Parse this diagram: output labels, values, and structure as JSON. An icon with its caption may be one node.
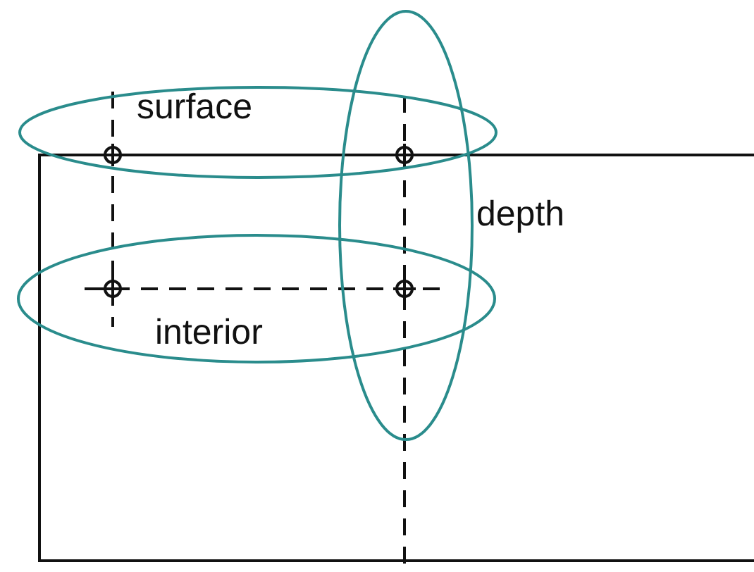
{
  "diagram": {
    "nodes": [
      {
        "text": [
          "surface"
        ]
      },
      {
        "text": [
          "interior"
        ]
      },
      {
        "text": [
          "depth"
        ]
      }
    ]
  }
}
